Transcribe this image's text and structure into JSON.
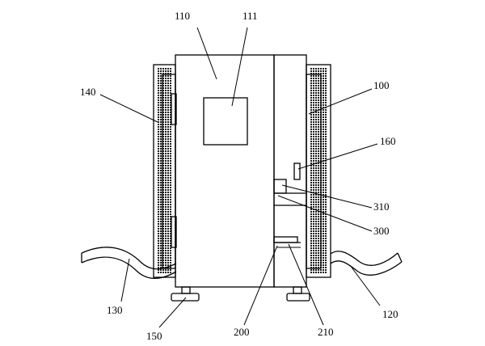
{
  "labels": {
    "l110": "110",
    "l111": "111",
    "l100": "100",
    "l140": "140",
    "l160": "160",
    "l310": "310",
    "l300": "300",
    "l130": "130",
    "l150": "150",
    "l200": "200",
    "l210": "210",
    "l120": "120"
  },
  "colors": {
    "line": "#000000",
    "insulation_fill": "#1a1a1a",
    "background": "#ffffff"
  }
}
